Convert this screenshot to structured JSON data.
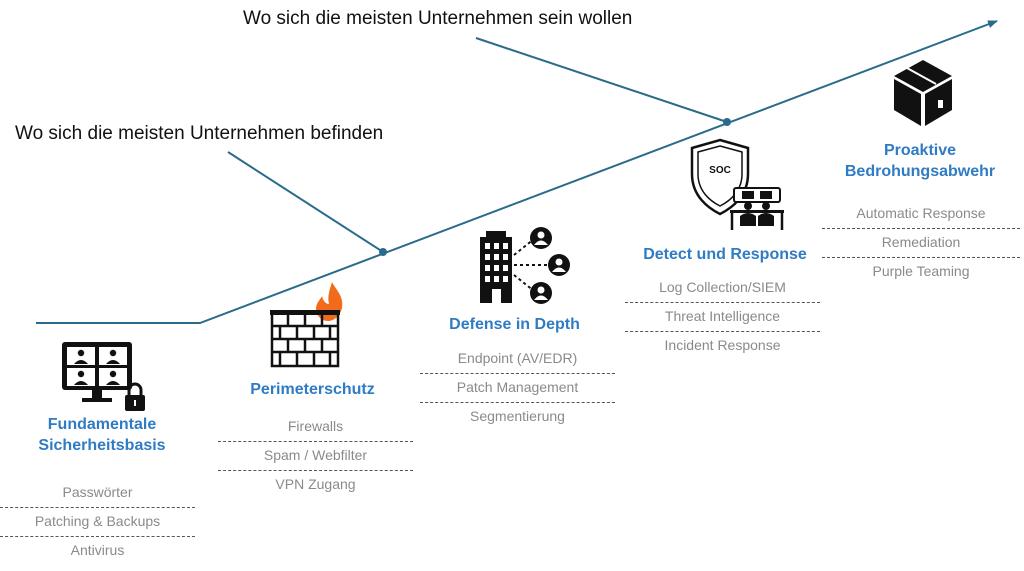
{
  "annotations": {
    "target": "Wo sich die meisten Unternehmen sein wollen",
    "current": "Wo sich die meisten Unternehmen befinden"
  },
  "colors": {
    "accent": "#2f7bc4",
    "line": "#2a6b8c",
    "muted": "#8a8a8a",
    "fire": "#f26b1d"
  },
  "icons": [
    "monitor-lock-icon",
    "firewall-icon",
    "network-building-icon",
    "soc-shield-icon",
    "cube-icon"
  ],
  "stages": [
    {
      "title": "Fundamentale Sicherheitsbasis",
      "items": [
        "Passwörter",
        "Patching & Backups",
        "Antivirus"
      ]
    },
    {
      "title": "Perimeterschutz",
      "items": [
        "Firewalls",
        "Spam / Webfilter",
        "VPN Zugang"
      ]
    },
    {
      "title": "Defense in Depth",
      "items": [
        "Endpoint (AV/EDR)",
        "Patch Management",
        "Segmentierung"
      ]
    },
    {
      "title": "Detect und Response",
      "items": [
        "Log Collection/SIEM",
        "Threat Intelligence",
        "Incident Response"
      ]
    },
    {
      "title": "Proaktive Bedrohungsabwehr",
      "items": [
        "Automatic Response",
        "Remediation",
        "Purple Teaming"
      ]
    }
  ]
}
